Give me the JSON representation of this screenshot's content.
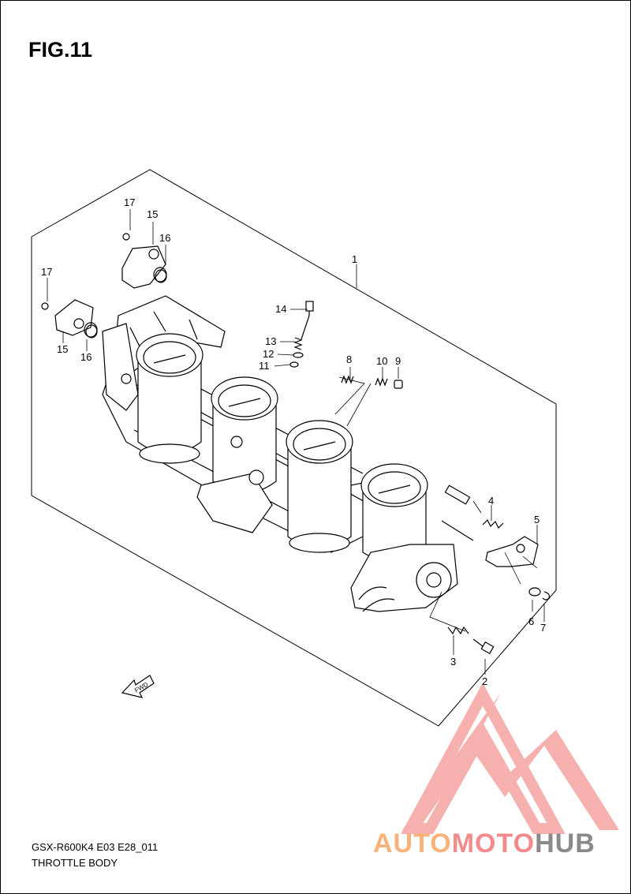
{
  "figure": {
    "title": "FIG.11",
    "model_code": "GSX-R600K4 E03 E28_011",
    "section_name": "THROTTLE BODY",
    "fwd_label": "FWD"
  },
  "callouts": [
    {
      "id": "c1",
      "text": "1"
    },
    {
      "id": "c2",
      "text": "2"
    },
    {
      "id": "c3",
      "text": "3"
    },
    {
      "id": "c4",
      "text": "4"
    },
    {
      "id": "c5",
      "text": "5"
    },
    {
      "id": "c6",
      "text": "6"
    },
    {
      "id": "c7",
      "text": "7"
    },
    {
      "id": "c8",
      "text": "8"
    },
    {
      "id": "c9",
      "text": "9"
    },
    {
      "id": "c10",
      "text": "10"
    },
    {
      "id": "c11",
      "text": "11"
    },
    {
      "id": "c12",
      "text": "12"
    },
    {
      "id": "c13",
      "text": "13"
    },
    {
      "id": "c14",
      "text": "14"
    },
    {
      "id": "c15a",
      "text": "15"
    },
    {
      "id": "c15b",
      "text": "15"
    },
    {
      "id": "c16a",
      "text": "16"
    },
    {
      "id": "c16b",
      "text": "16"
    },
    {
      "id": "c17a",
      "text": "17"
    },
    {
      "id": "c17b",
      "text": "17"
    }
  ],
  "watermark": {
    "part1": "AUTO",
    "part2": "MOTO",
    "part3": "HUB",
    "colors": {
      "auto": "#f9b27a",
      "moto": "#f28b8b",
      "hub": "#8a8a8a",
      "logo": "#f28b8b"
    }
  }
}
